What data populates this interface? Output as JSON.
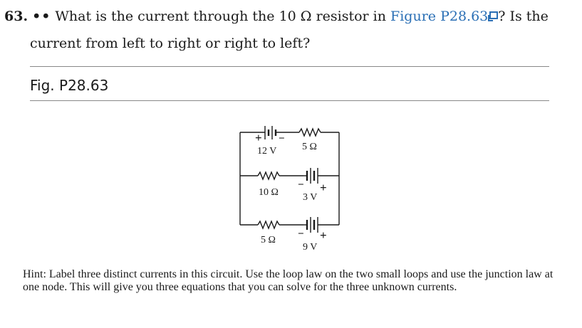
{
  "question": {
    "number": "63.",
    "difficulty": "••",
    "text_before": "What is the current through the 10 Ω resistor in ",
    "figure_link": "Figure P28.63",
    "text_after": "? Is the",
    "text_line2": "current from left to right or right to left?"
  },
  "figure": {
    "title": "Fig.  P28.63",
    "labels": {
      "battery_top": "12 V",
      "resistor_top": "5 Ω",
      "resistor_middle": "10 Ω",
      "battery_middle": "3 V",
      "resistor_bottom": "5 Ω",
      "battery_bottom": "9 V",
      "plus": "+",
      "minus": "−"
    }
  },
  "hint": "Hint: Label three distinct currents in this circuit. Use the loop law on the two small loops and use the junction law at one node. This will give you three equations that you can solve for the three unknown currents."
}
